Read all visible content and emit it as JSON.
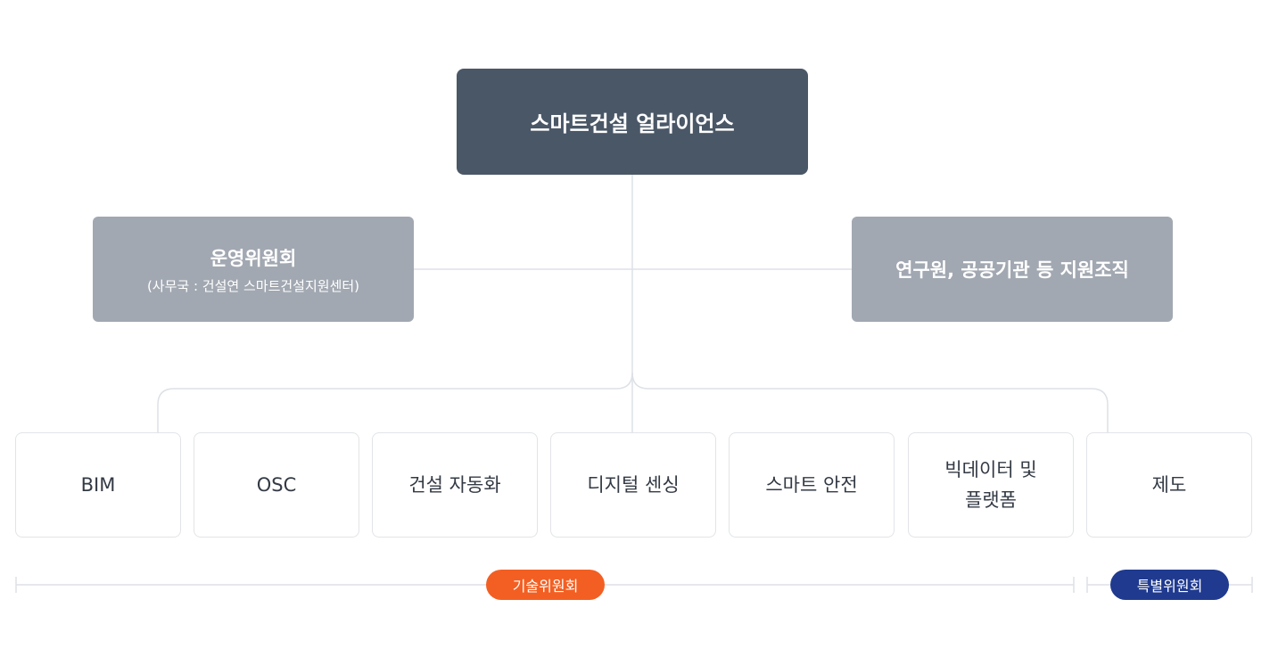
{
  "root": {
    "title": "스마트건설 얼라이언스"
  },
  "side_left": {
    "title": "운영위원회",
    "subtitle": "(사무국 : 건설연 스마트건설지원센터)"
  },
  "side_right": {
    "title": "연구원, 공공기관 등 지원조직"
  },
  "categories": [
    {
      "label": "BIM"
    },
    {
      "label": "OSC"
    },
    {
      "label": "건설 자동화"
    },
    {
      "label": "디지털 센싱"
    },
    {
      "label": "스마트 안전"
    },
    {
      "label_line1": "빅데이터 및",
      "label_line2": "플랫폼"
    },
    {
      "label": "제도"
    }
  ],
  "groups": {
    "technical": "기술위원회",
    "special": "특별위원회"
  },
  "colors": {
    "root": "#4a5767",
    "side": "#a2a8b1",
    "technical": "#f35f22",
    "special": "#1f3a8f",
    "line": "#dde1e6"
  }
}
